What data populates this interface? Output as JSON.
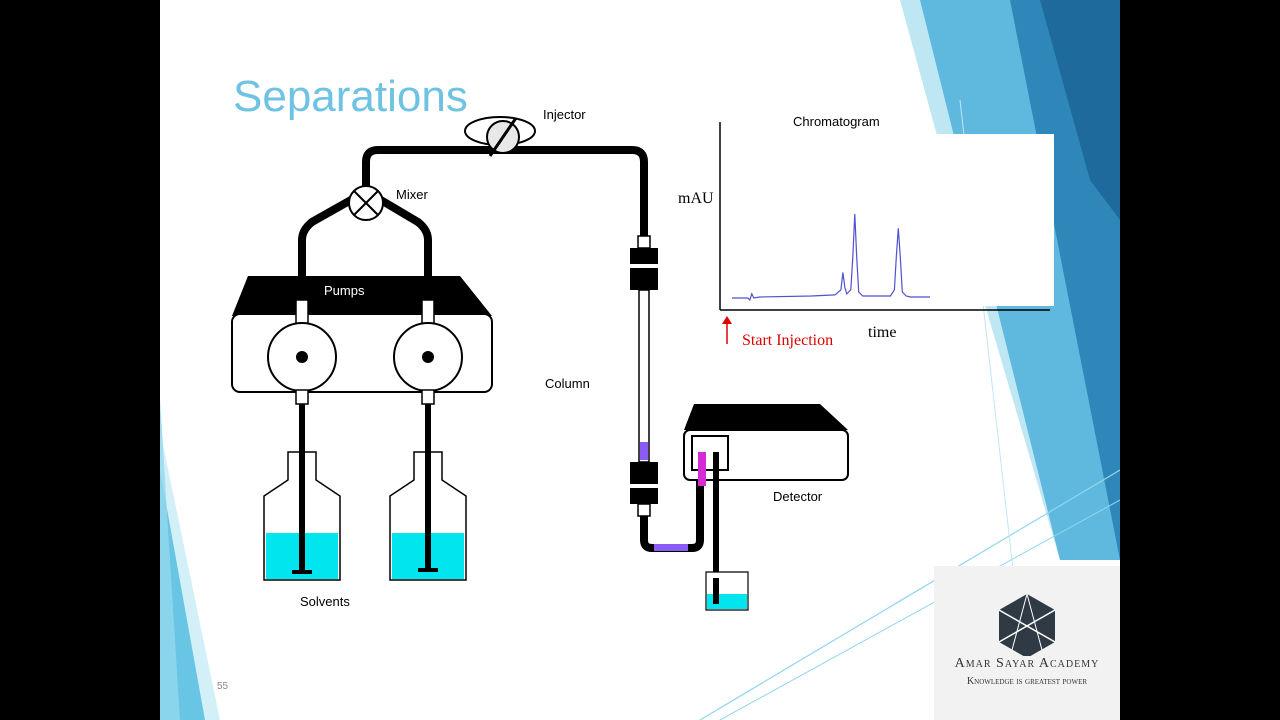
{
  "slide": {
    "title": "Separations",
    "number": "55"
  },
  "labels": {
    "injector": "Injector",
    "mixer": "Mixer",
    "pumps": "Pumps",
    "column": "Column",
    "detector": "Detector",
    "solvents": "Solvents"
  },
  "chromatogram": {
    "title": "Chromatogram",
    "y_label": "mAU",
    "x_label": "time",
    "start_label": "Start Injection",
    "start_color": "#e00000",
    "trace_color": "#5050d0"
  },
  "chart_data": {
    "type": "line",
    "title": "Chromatogram",
    "xlabel": "time",
    "ylabel": "mAU",
    "annotations": [
      "Start Injection"
    ],
    "series": [
      {
        "x": [
          0,
          5,
          8,
          9,
          10,
          11,
          14,
          40,
          52,
          55,
          56,
          57,
          58,
          60,
          61,
          62,
          63,
          64,
          66,
          70,
          80,
          82,
          83,
          84,
          85,
          86,
          88,
          90,
          100
        ],
        "values": [
          0,
          0,
          0,
          -2,
          4,
          0,
          1,
          2,
          3,
          8,
          25,
          10,
          4,
          8,
          40,
          82,
          40,
          6,
          2,
          2,
          2,
          8,
          40,
          68,
          40,
          6,
          2,
          1,
          1
        ]
      }
    ]
  },
  "branding": {
    "name": "Amar Sayar Academy",
    "tagline": "Knowledge is greatest power"
  },
  "colors": {
    "title": "#6ec3e3",
    "solvent": "#00e5ee",
    "column_band": "#8a5cf5",
    "detector_cell": "#d62ad6"
  }
}
